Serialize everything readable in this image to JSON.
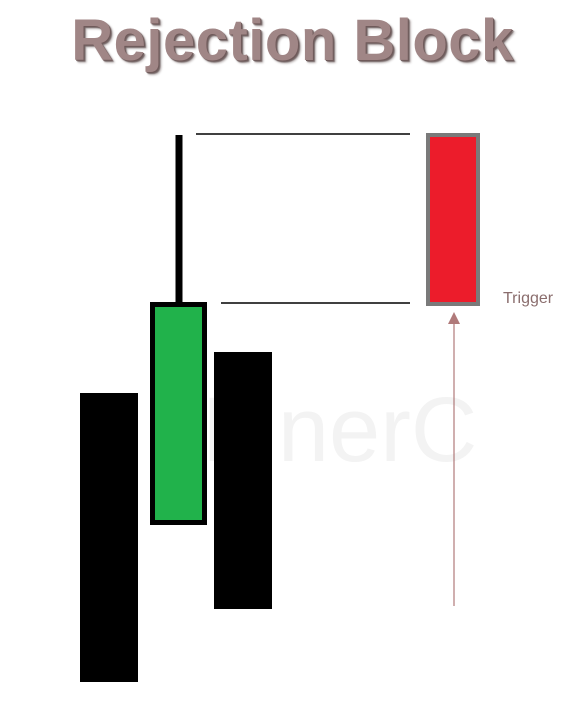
{
  "title": "Rejection Block",
  "labels": {
    "trigger": "Trigger"
  },
  "watermark": "eInnerC",
  "colors": {
    "title": "#a08686",
    "bullish_candle": "#21b24b",
    "bearish_candle": "#000000",
    "trigger_candle": "#ec1c2b",
    "trigger_border": "#7a7a7a",
    "arrow": "#b07a7a",
    "trigger_label": "#8a6d6d"
  }
}
